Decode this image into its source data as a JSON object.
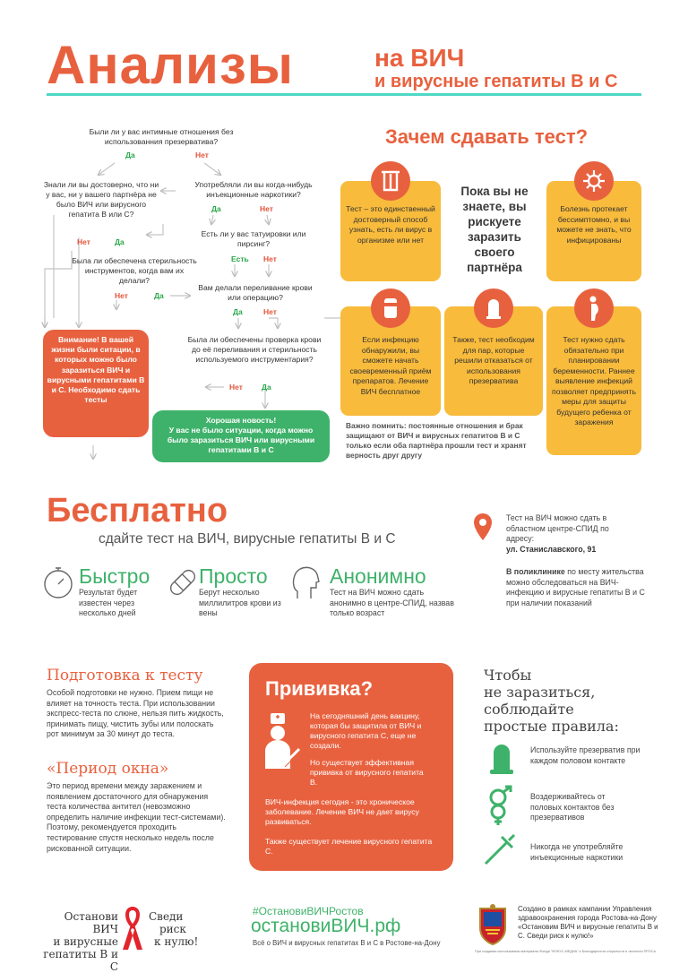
{
  "header": {
    "title_big": "Анализы",
    "title_small_1": "на ВИЧ",
    "title_small_2": "и вирусные гепатиты В и С"
  },
  "flow": {
    "q1": "Были ли у вас интимные отношения без использованния презерватива?",
    "q2": "Знали ли вы достоверно, что ни у вас, ни у вашего партнёра не было ВИЧ или вирусного гепатита В или С?",
    "q3": "Употребляли ли вы когда-нибудь инъекционные наркотики?",
    "q4": "Есть ли у вас татуировки или пирсинг?",
    "q5": "Была ли обеспечена стерильность инструментов, когда вам их делали?",
    "q6": "Вам делали переливание крови или операцию?",
    "q7": "Была ли обеспечены проверка крови до её переливания и стерильность используемого инструментария?",
    "yes": "Да",
    "no": "Нет",
    "yes_alt": "Есть",
    "attention": "Внимание! В вашей жизни были ситации, в которых можно было заразиться ВИЧ и вирусными гепатитами В и С. Необходимо сдать тесты",
    "good_news_title": "Хорошая новость!",
    "good_news": "У вас не было ситуации, когда можно было заразиться ВИЧ или вирусными гепатитами В и С"
  },
  "why": {
    "title": "Зачем сдавать тест?",
    "center": "Пока вы не знаете, вы рискуете заразить своего партнёра",
    "card1": "Тест – это единственный достоверный способ узнать, есть ли вирус в организме или нет",
    "card2": "Болезнь протекает бессимптомно, и вы можете не знать, что инфицированы",
    "card3": "Если инфекцию обнаружили, вы сможете начать своевременный приём препаратов. Лечение ВИЧ бесплатное",
    "card4": "Также, тест необходим для пар, которые решили отказаться от использования презерватива",
    "card5": "Тест нужно сдать обязательно при планировании беременности. Раннее выявление инфекций позволяет предпринять меры для защиты будущего ребенка от заражения",
    "note": "Важно помнить: постоянные отношения и брак защищают от ВИЧ и вирусных гепатитов В и С только если оба партнёра прошли тест и хранят верность друг другу"
  },
  "free": {
    "title": "Бесплатно",
    "subtitle": "сдайте тест на ВИЧ, вирусные гепатиты В и С",
    "fast_title": "Быстро",
    "fast_text": "Результат будет известен через несколько дней",
    "simple_title": "Просто",
    "simple_text": "Берут несколько миллилитров крови из вены",
    "anon_title": "Анонимно",
    "anon_text": "Тест на ВИЧ можно сдать анонимно в центре-СПИД, назвав только возраст",
    "address_text": "Тест на ВИЧ можно сдать в областном центре-СПИД по адресу:",
    "address_street": "ул. Станиславского, 91",
    "clinic_bold": "В поликлинике",
    "clinic_text": "по месту жительства можно обследоваться на ВИЧ-инфекцию и вирусные гепатиты В и С при наличии показаний"
  },
  "prep": {
    "title": "Подготовка к тесту",
    "text": "Особой подготовки не нужно. Прием пищи не влияет на точность теста. При использовании экспресс-теста по слюне, нельзя пить жидкость, принимать пищу, чистить зубы или полоскать рот минимум за 30 минут до теста.",
    "window_title": "«Период окна»",
    "window_text": "Это период времени между заражением и появлением достаточного для обнаружения теста количества антител (невозможно определить наличие инфекции тест-системами). Поэтому, рекомендуется проходить тестирование спустя несколько недель после рискованной ситуации."
  },
  "vaccine": {
    "title": "Прививка?",
    "p1": "На сегодняшний день вакцину, которая бы защитила от ВИЧ и вирусного гепатита С, еще не создали.",
    "p2": "Но существует эффективная прививка от вирусного гепатита В.",
    "p3": "ВИЧ-инфекция сегодня - это хроническое заболевание. Лечение ВИЧ не дает вирусу развиваться.",
    "p4": "Также существует лечение вирусного гепатита С."
  },
  "rules": {
    "title_1": "Чтобы",
    "title_2": "не заразиться,",
    "title_3": "соблюдайте",
    "title_4": "простые правила:",
    "r1": "Используйте презерватив при каждом половом контакте",
    "r2": "Воздерживайтесь от половых контактов без презервативов",
    "r3": "Никогда не употребляйте инъекционные наркотики"
  },
  "footer": {
    "stop_1": "Останови ВИЧ",
    "stop_2": "и вирусные",
    "stop_3": "гепатиты В и С",
    "risk_1": "Сведи",
    "risk_2": "риск",
    "risk_3": "к нулю!",
    "hashtag": "#ОстановиВИЧРостов",
    "site": "остановиВИЧ.рф",
    "site_sub": "Всё о ВИЧ и вирусных гепатитах В и С в Ростове-на-Дону",
    "created": "Создано в рамках кампании Управления здравоохранения города Ростова-на-Дону «Остановим ВИЧ и вирусные гепатиты В и С. Сведи риск к нулю!»",
    "tiny": "При создании использованы материалы Фонда \"ФОКУС-МЕДИА\" и Благодарности открытости и личности ПРОСа"
  },
  "colors": {
    "orange": "#e8613f",
    "yellow": "#f8bb3c",
    "green": "#3eb26a",
    "teal": "#4fd8c5"
  }
}
